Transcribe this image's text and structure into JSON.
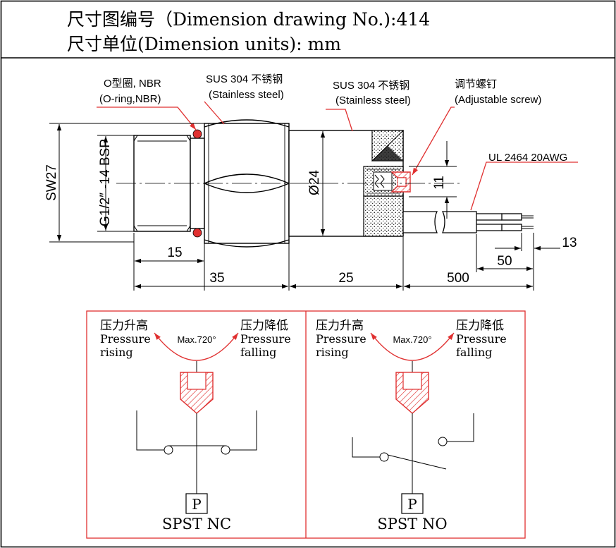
{
  "header": {
    "line1": "尺寸图编号（Dimension drawing No.):414",
    "line2": "尺寸单位(Dimension units): mm"
  },
  "callouts": {
    "oring_cn": "O型圈, NBR",
    "oring_en": "(O-ring,NBR)",
    "hex_cn": "SUS 304 不锈钢",
    "hex_en": "(Stainless steel)",
    "body_cn": "SUS 304 不锈钢",
    "body_en": "(Stainless steel)",
    "screw_cn": "调节螺钉",
    "screw_en": "(Adjustable screw)",
    "cable": "UL 2464 20AWG"
  },
  "dimensions": {
    "sw": "SW27",
    "thread": "G1/2″ -14 BSP",
    "diameter": "Ø24",
    "screw_h": "11",
    "d15": "15",
    "d35": "35",
    "d25": "25",
    "d500": "500",
    "d50": "50",
    "d13": "13"
  },
  "schematics": {
    "left": {
      "rise_cn": "压力升高",
      "rise_en1": "Pressure",
      "rise_en2": "rising",
      "fall_cn": "压力降低",
      "fall_en1": "Pressure",
      "fall_en2": "falling",
      "max": "Max.720°",
      "p": "P",
      "label": "SPST NC"
    },
    "right": {
      "rise_cn": "压力升高",
      "rise_en1": "Pressure",
      "rise_en2": "rising",
      "fall_cn": "压力降低",
      "fall_en1": "Pressure",
      "fall_en2": "falling",
      "max": "Max.720°",
      "p": "P",
      "label": "SPST NO"
    }
  },
  "colors": {
    "line": "#000000",
    "accent": "#e03030"
  }
}
